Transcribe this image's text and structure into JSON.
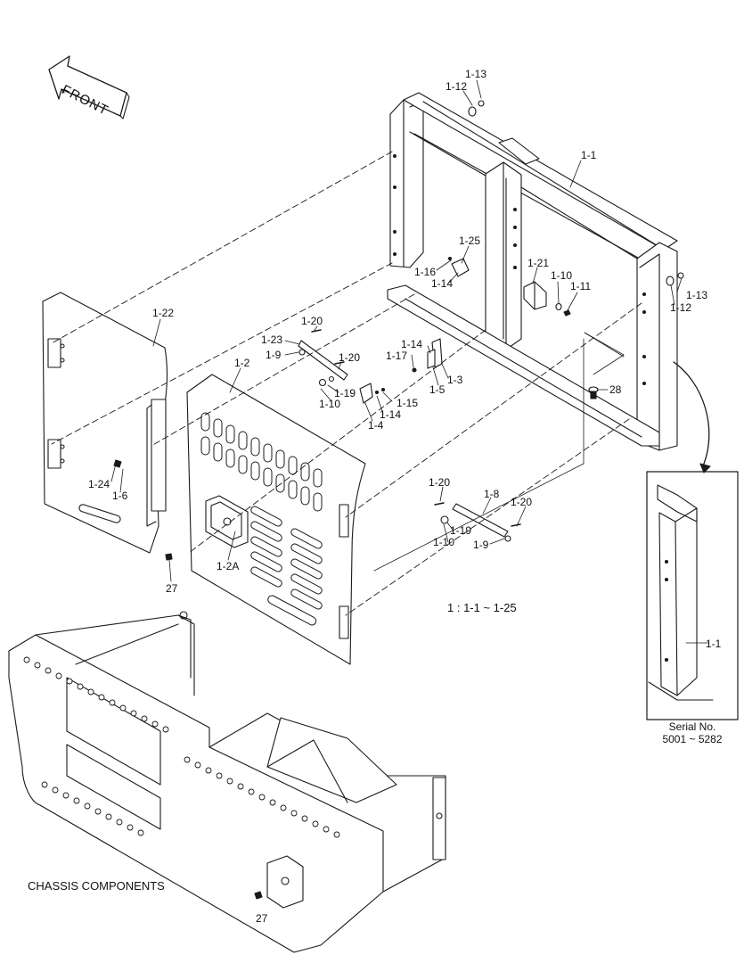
{
  "diagram": {
    "front_arrow_label": "FRONT",
    "range_note": "1 : 1-1 ~ 1-25",
    "caption": "CHASSIS COMPONENTS",
    "inset": {
      "serial_label": "Serial No.",
      "serial_range": "5001 ~ 5282",
      "part_label": "1-1"
    },
    "callouts": {
      "c_1_13_top": "1-13",
      "c_1_12_top": "1-12",
      "c_1_1": "1-1",
      "c_1_25": "1-25",
      "c_1_16": "1-16",
      "c_1_14_a": "1-14",
      "c_1_21": "1-21",
      "c_1_10_a": "1-10",
      "c_1_11": "1-11",
      "c_1_13_right": "1-13",
      "c_1_12_right": "1-12",
      "c_1_22": "1-22",
      "c_1_20_a": "1-20",
      "c_1_23": "1-23",
      "c_1_9_a": "1-9",
      "c_1_20_b": "1-20",
      "c_1_2": "1-2",
      "c_1_14_b": "1-14",
      "c_1_17": "1-17",
      "c_1_5": "1-5",
      "c_1_3": "1-3",
      "c_1_19_a": "1-19",
      "c_1_10_b": "1-10",
      "c_1_15": "1-15",
      "c_1_14_c": "1-14",
      "c_1_4": "1-4",
      "c_28": "28",
      "c_1_24": "1-24",
      "c_1_6": "1-6",
      "c_1_20_c": "1-20",
      "c_1_8": "1-8",
      "c_1_20_d": "1-20",
      "c_1_19_b": "1-19",
      "c_1_10_c": "1-10",
      "c_1_9_b": "1-9",
      "c_1_2A": "1-2A",
      "c_27_a": "27",
      "c_27_b": "27"
    }
  }
}
